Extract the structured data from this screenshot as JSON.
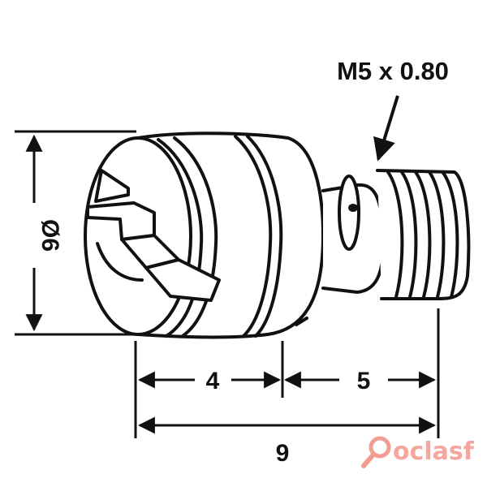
{
  "drawing": {
    "callout_thread": "M5 x 0.80",
    "dim_diameter": "Ø6",
    "dim_head_length": "4",
    "dim_thread_length": "5",
    "dim_total_length": "9"
  },
  "watermark": {
    "text": "oclasf",
    "icon": "magnifier-icon",
    "color": "#f28b82"
  },
  "colors": {
    "ink": "#111111",
    "paper": "#ffffff"
  }
}
